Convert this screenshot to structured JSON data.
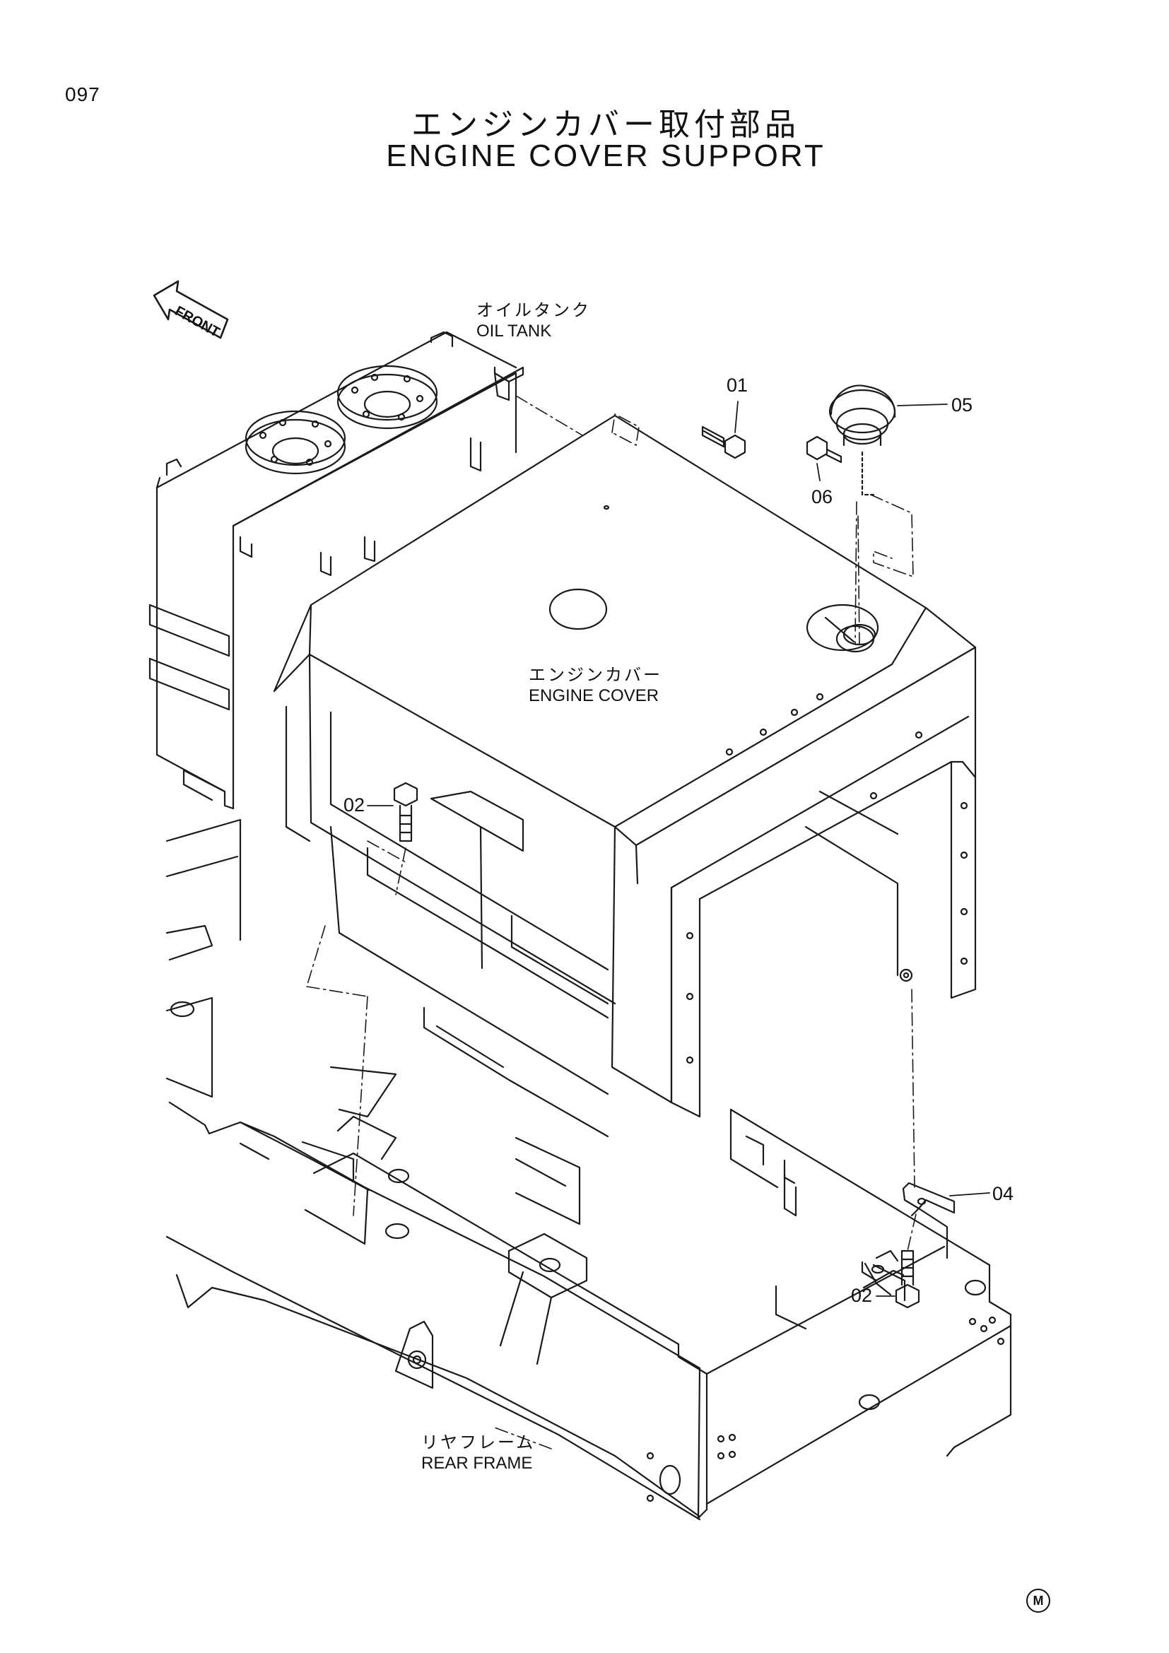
{
  "page_number": "097",
  "title": {
    "japanese": "エンジンカバー取付部品",
    "english": "ENGINE COVER SUPPORT"
  },
  "orientation": {
    "label": "FRONT",
    "icon": "arrow-left-icon"
  },
  "components": [
    {
      "japanese": "オイルタンク",
      "english": "OIL TANK"
    },
    {
      "japanese": "エンジンカバー",
      "english": "ENGINE COVER"
    },
    {
      "japanese": "リヤフレーム",
      "english": "REAR FRAME"
    }
  ],
  "callouts": [
    "01",
    "05",
    "06",
    "02",
    "04",
    "02"
  ],
  "footer_mark": "M"
}
